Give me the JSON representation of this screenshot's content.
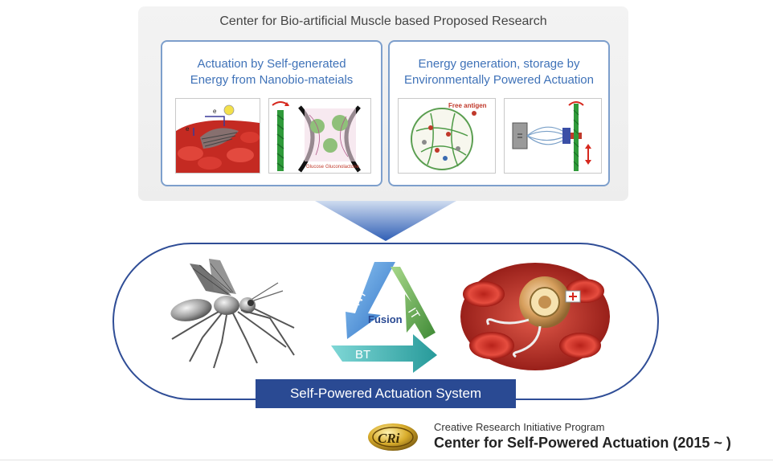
{
  "top_panel": {
    "title": "Center for Bio-artificial Muscle based Proposed Research",
    "left_card": {
      "title_line1": "Actuation by Self-generated",
      "title_line2": "Energy from Nanobio-mateials",
      "labels": {
        "electron1": "e",
        "electron2": "e",
        "glucose": "Glucose",
        "gluconolactone": "Gluconolactone"
      }
    },
    "right_card": {
      "title_line1": "Energy generation, storage by",
      "title_line2": "Environmentally Powered Actuation",
      "labels": {
        "free_antigen": "Free antigen"
      }
    }
  },
  "system": {
    "fusion_label": "Fusion",
    "nt_label": "NT",
    "it_label": "IT",
    "bt_label": "BT",
    "bar_label": "Self-Powered Actuation System"
  },
  "footer": {
    "logo_text": "CRi",
    "program": "Creative Research Initiative Program",
    "center": "Center for Self-Powered Actuation (2015 ~ )"
  },
  "colors": {
    "card_border": "#7d9fcc",
    "card_title": "#3f72b8",
    "capsule_border": "#2f4d96",
    "system_bar": "#2a4a93",
    "arrow_blue": "#3d6fc2",
    "nt_blue": "#3f8fd8",
    "it_green": "#5aa84a",
    "bt_teal": "#3aaab0",
    "logo_gold": "#c9a32a"
  }
}
